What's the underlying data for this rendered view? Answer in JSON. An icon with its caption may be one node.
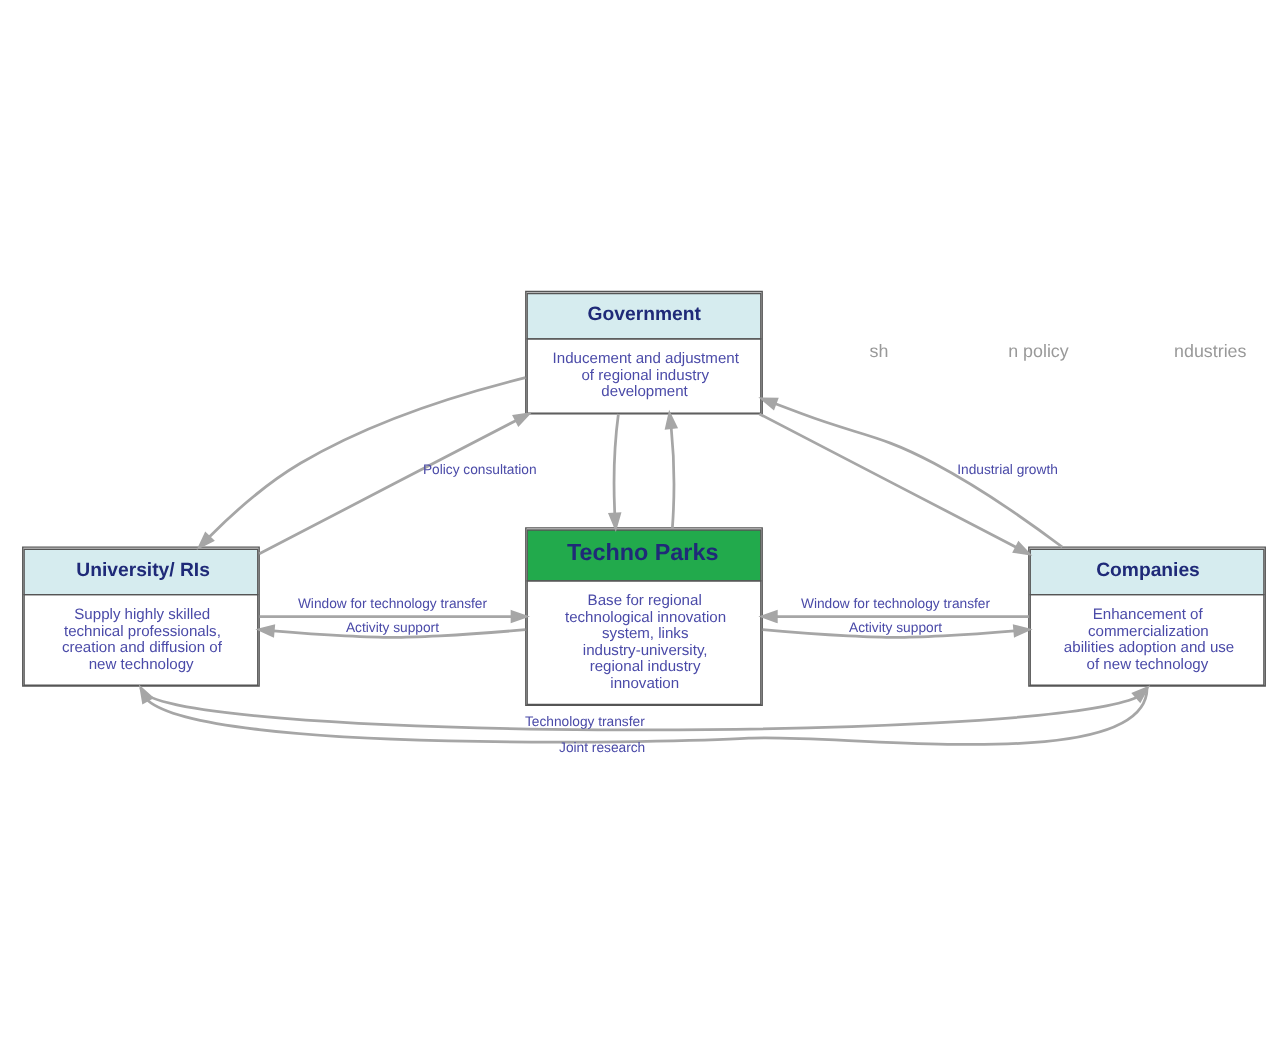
{
  "diagram": {
    "nodes": [
      {
        "text": [
          "Government",
          "Inducement and adjustment of regional industry development"
        ]
      },
      {
        "text": [
          "University/ RIs",
          "Supply highly skilled technical professionals, creation and diffusion of new technology"
        ]
      },
      {
        "text": [
          "Techno Parks",
          "Base for regional technological innovation system, links industry-university, regional industry innovation"
        ]
      },
      {
        "text": [
          "Companies",
          "Enhancement of commercialization abilities adoption and use of new technology"
        ]
      }
    ],
    "edges": [
      {
        "from": 0,
        "to": 1,
        "arrow": "to"
      },
      {
        "from": 1,
        "to": 0,
        "arrow": "to",
        "label": "Policy consultation"
      },
      {
        "from": 0,
        "to": 3,
        "arrow": "to"
      },
      {
        "from": 3,
        "to": 0,
        "arrow": "to",
        "label": "Industrial growth"
      },
      {
        "from": 0,
        "to": 2,
        "arrow": "to"
      },
      {
        "from": 2,
        "to": 0,
        "arrow": "to"
      },
      {
        "from": 1,
        "to": 2,
        "arrow": "to",
        "label": "Window for technology transfer"
      },
      {
        "from": 2,
        "to": 1,
        "arrow": "to",
        "label": "Activity support"
      },
      {
        "from": 2,
        "to": 3,
        "arrow": "to",
        "label": "Activity support"
      },
      {
        "from": 3,
        "to": 2,
        "arrow": "to",
        "label": "Window for technology transfer"
      },
      {
        "from": 1,
        "to": 3,
        "arrow": "to",
        "label": "Technology transfer"
      },
      {
        "from": 3,
        "to": 1,
        "arrow": "to",
        "label": "Joint research"
      }
    ],
    "labels": [
      "sh",
      "n policy",
      "ndustries"
    ]
  }
}
